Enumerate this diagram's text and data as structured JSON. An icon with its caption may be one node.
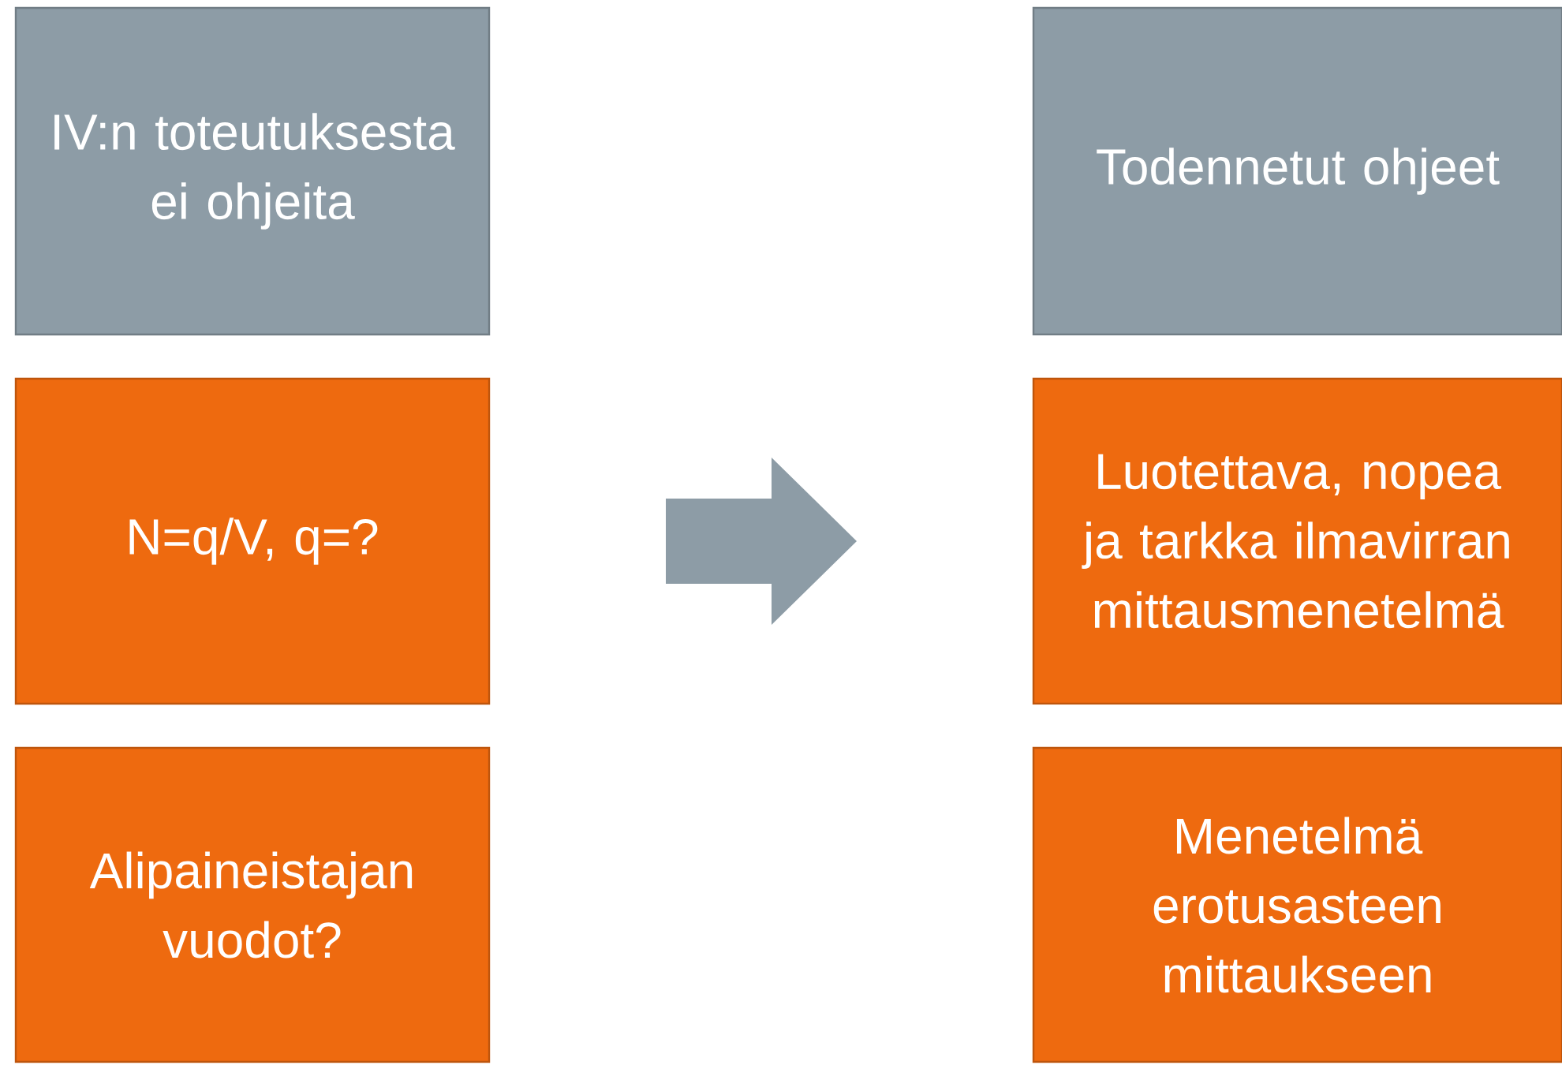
{
  "diagram": {
    "nodes": [
      {
        "text": [
          "IV:n toteutuksesta ei ohjeita"
        ]
      },
      {
        "text": [
          "Todennetut ohjeet"
        ]
      },
      {
        "text": [
          "N=q/V, q=?"
        ]
      },
      {
        "text": [
          "Luotettava, nopea ja tarkka ilmavirran mittausmenetelmä"
        ]
      },
      {
        "text": [
          "Alipaineistajan vuodot?"
        ]
      },
      {
        "text": [
          "Menetelmä erotusasteen mittaukseen"
        ]
      }
    ]
  }
}
